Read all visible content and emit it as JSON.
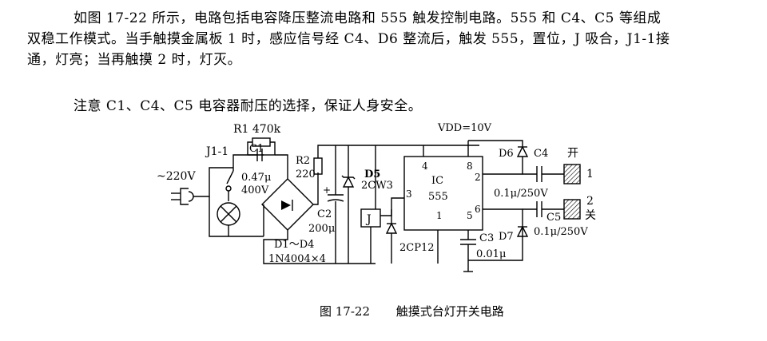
{
  "description": {
    "lines": [
      "如图 17-22 所示，电路包括电容降压整流电路和 555 触发控制电路。555 和 C4、C5 等组成",
      "双稳工作模式。当手触摸金属板 1 时，感应信号经 C4、D6 整流后，触发 555，置位，J 吸合，J1-1接",
      "通，灯亮；当再触摸 2 时，灯灭。"
    ],
    "note": "注意 C1、C4、C5 电容器耐压的选择，保证人身安全。"
  },
  "circuit": {
    "mains": "~220V",
    "relay_contact": "J1-1",
    "r1": "R1 470k",
    "c1": "C1",
    "c1_value": "0.47μ",
    "c1_voltage": "400V",
    "r2": "R2",
    "r2_value": "220",
    "c2": "C2",
    "c2_value": "200μ",
    "bridge": "D1～D4",
    "bridge_type": "1N4004×4",
    "d5": "D5",
    "d5_type": "2CW3",
    "relay": "J",
    "relay_diode": "2CP12",
    "vdd": "VDD=10V",
    "ic": "IC",
    "ic_type": "555",
    "pin4": "4",
    "pin8": "8",
    "pin2": "2",
    "pin3": "3",
    "pin1": "1",
    "pin5": "5",
    "pin6": "6",
    "c3": "C3",
    "c3_value": "0.01μ",
    "d6": "D6",
    "c4": "C4",
    "c4_value": "0.1μ/250V",
    "c5": "C5",
    "d7": "D7",
    "c5_value": "0.1μ/250V",
    "plate1_label": "开",
    "plate1_num": "1",
    "plate2_num": "2",
    "plate2_label": "关"
  },
  "caption": {
    "number": "图 17-22",
    "title": "触摸式台灯开关电路"
  }
}
